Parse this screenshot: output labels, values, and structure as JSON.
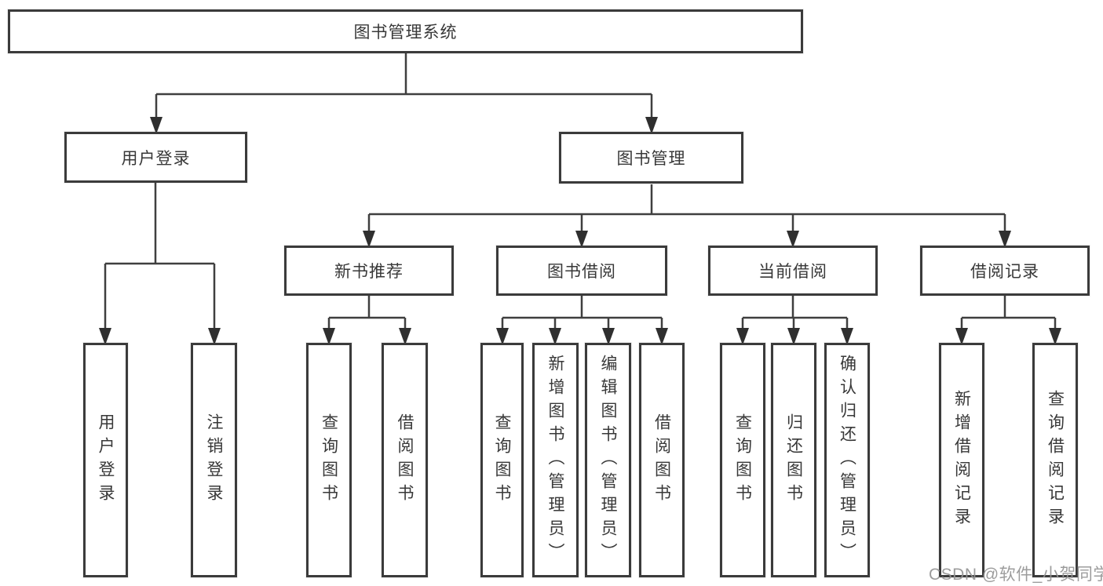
{
  "watermark": "CSDN @软件_小贺同学",
  "colors": {
    "line": "#3f3f3f",
    "arrow": "#2f2f2f",
    "border": "#3b3b3b",
    "text": "#383838",
    "watermark": "#949494",
    "background": "#ffffff"
  },
  "diagram": {
    "type": "hierarchy-tree",
    "root": "图书管理系统",
    "branches": [
      {
        "label": "用户登录",
        "leaves": [
          "用户登录",
          "注销登录"
        ]
      },
      {
        "label": "图书管理",
        "sections": [
          {
            "label": "新书推荐",
            "leaves": [
              "查询图书",
              "借阅图书"
            ]
          },
          {
            "label": "图书借阅",
            "leaves": [
              "查询图书",
              "新增图书（管理员）",
              "编辑图书（管理员）",
              "借阅图书"
            ]
          },
          {
            "label": "当前借阅",
            "leaves": [
              "查询图书",
              "归还图书",
              "确认归还（管理员）"
            ]
          },
          {
            "label": "借阅记录",
            "leaves": [
              "新增借阅记录",
              "查询借阅记录"
            ]
          }
        ]
      }
    ]
  }
}
